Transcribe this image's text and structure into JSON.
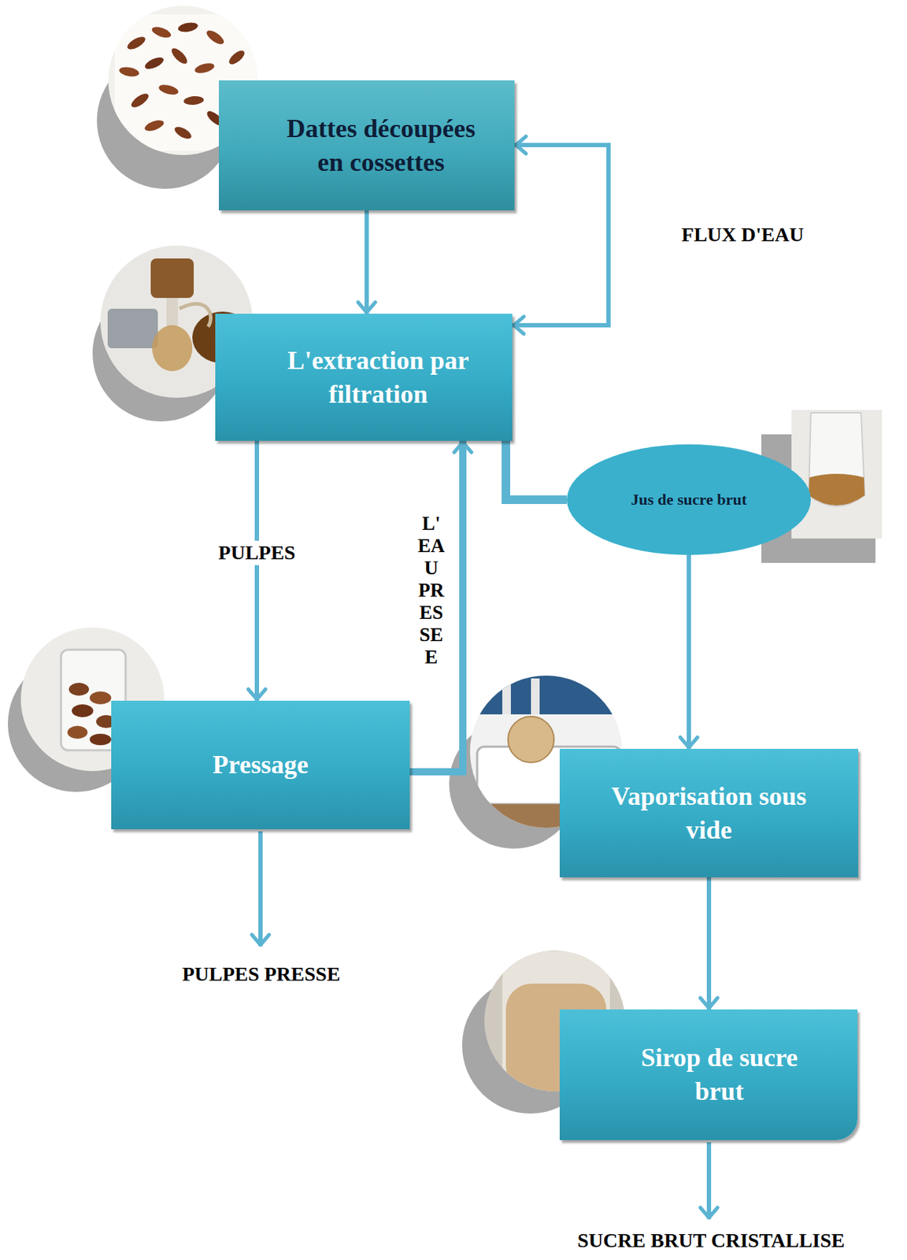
{
  "diagram": {
    "nodes": [
      {
        "text": [
          "Dattes découpées en cossettes"
        ]
      },
      {
        "text": [
          "L'extraction par filtration"
        ]
      },
      {
        "text": [
          "Jus de sucre brut"
        ]
      },
      {
        "text": [
          "Pressage"
        ]
      },
      {
        "text": [
          "Vaporisation sous vide"
        ]
      },
      {
        "text": [
          "Sirop de sucre brut"
        ]
      }
    ],
    "edges": [
      {
        "from": 0,
        "to": 1,
        "arrow": "to"
      },
      {
        "from": 0,
        "to": 1,
        "label": "FLUX D'EAU",
        "arrow": "both"
      },
      {
        "from": 1,
        "to": 2,
        "arrow": "none"
      },
      {
        "from": 1,
        "to": 3,
        "label": "PULPES",
        "arrow": "to"
      },
      {
        "from": 3,
        "to": 1,
        "label": "L' EA U PR ES SE E",
        "arrow": "to"
      },
      {
        "from": 2,
        "to": 4,
        "arrow": "to"
      },
      {
        "from": 4,
        "to": 5,
        "arrow": "to"
      }
    ],
    "labels": [
      "PULPES PRESSE",
      "SUCRE BRUT CRISTALLISE"
    ]
  }
}
